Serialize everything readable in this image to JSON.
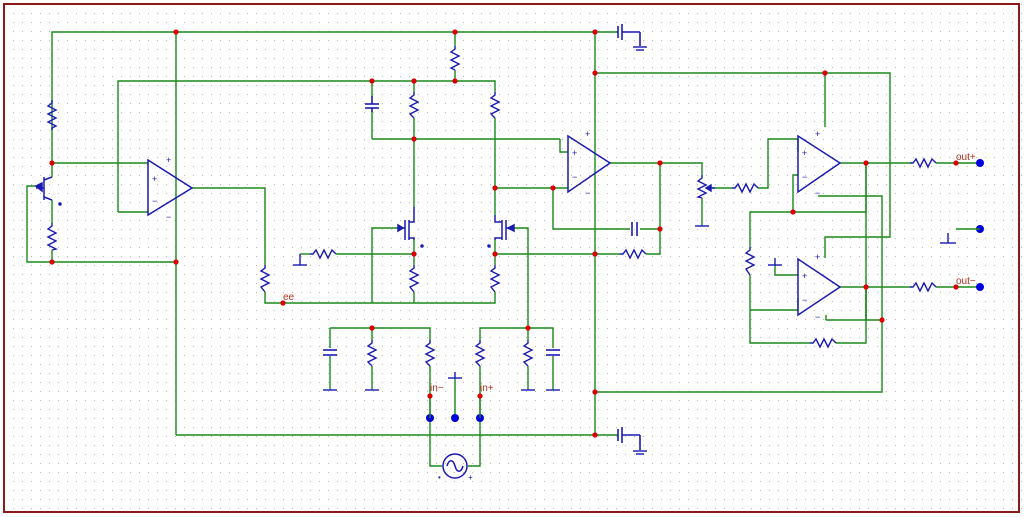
{
  "schematic": {
    "labels": {
      "ee": "ee",
      "in_minus": "in−",
      "in_plus": "in+",
      "out_plus": "out+",
      "out_minus": "out−"
    },
    "opamp_plus": "+",
    "opamp_minus": "−",
    "colors": {
      "background": "#ffffff",
      "border": "#8b1a1a",
      "grid_dot": "#b8b8b8",
      "wire": "#1a8a1a",
      "component": "#1a1ab4",
      "node": "#dd0000",
      "port": "#0000dd",
      "label": "#b03020"
    }
  }
}
